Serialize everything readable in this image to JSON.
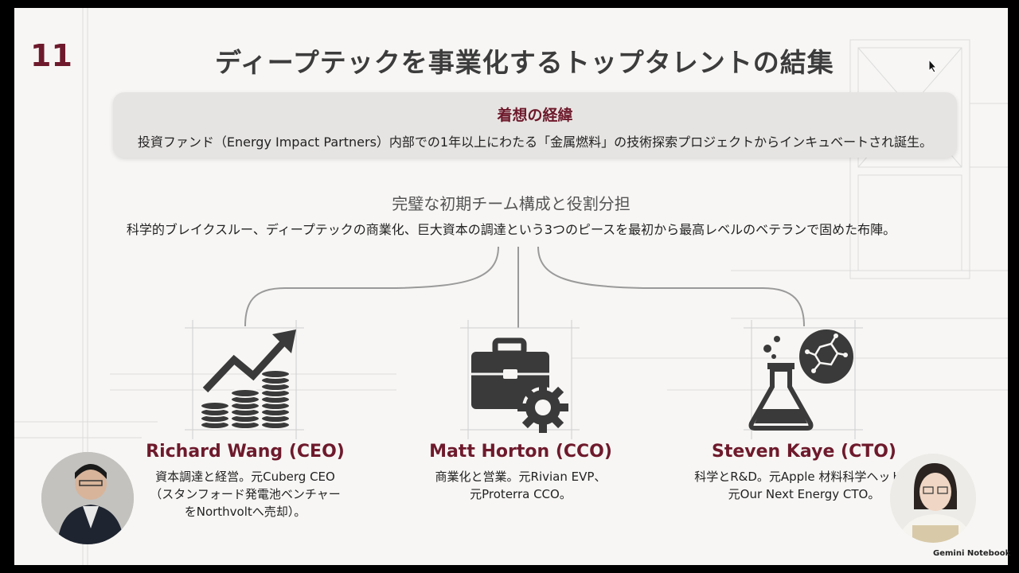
{
  "slide": {
    "page_number": "11",
    "title": "ディープテックを事業化するトップタレントの結集"
  },
  "origin": {
    "title": "着想の経緯",
    "text": "投資ファンド（Energy Impact Partners）内部での1年以上にわたる「金属燃料」の技術探索プロジェクトからインキュベートされ誕生。"
  },
  "team": {
    "heading": "完璧な初期チーム構成と役割分担",
    "text": "科学的ブレイクスルー、ディープテックの商業化、巨大資本の調達という3つのピースを最初から最高レベルのベテランで固めた布陣。",
    "members": [
      {
        "name": "Richard Wang (CEO)",
        "desc": "資本調達と経営。元Cuberg CEO\n（スタンフォード発電池ベンチャー\nをNorthvoltへ売却）。",
        "icon": "growth-chart-coins-icon"
      },
      {
        "name": "Matt Horton (CCO)",
        "desc": "商業化と営業。元Rivian EVP、\n元Proterra CCO。",
        "icon": "briefcase-gear-icon"
      },
      {
        "name": "Steven Kaye (CTO)",
        "desc": "科学とR&D。元Apple 材料科学ヘッド、\n元Our Next Energy CTO。",
        "icon": "flask-molecule-icon"
      }
    ]
  },
  "overlay": {
    "brand": "Gemini Notebook"
  },
  "colors": {
    "accent": "#6e1a2c",
    "title_gray": "#3c3c3c",
    "icon_gray": "#3a3a3a",
    "box_bg": "#e6e4e2"
  }
}
